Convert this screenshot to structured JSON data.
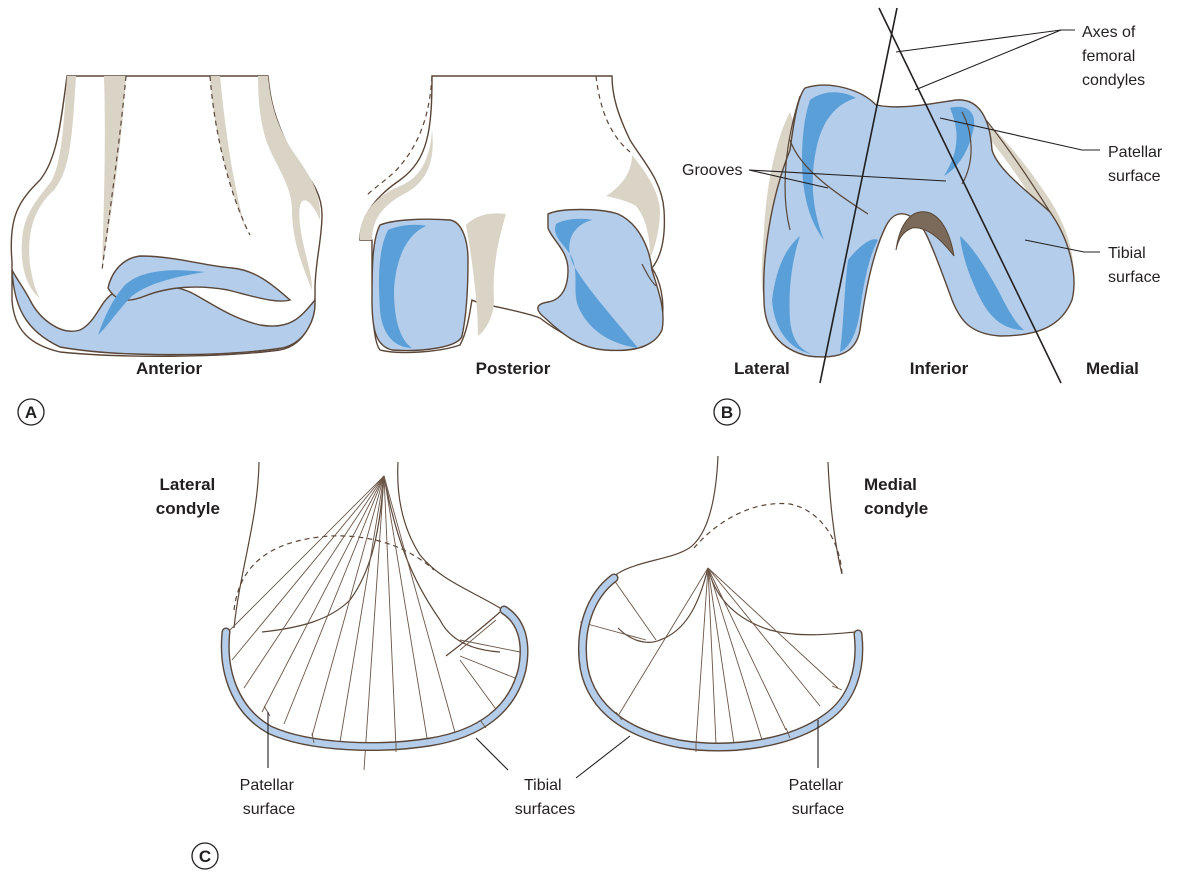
{
  "panel_a": {
    "letter": "A",
    "view_anterior": "Anterior",
    "view_posterior": "Posterior"
  },
  "panel_b": {
    "letter": "B",
    "view_lateral": "Lateral",
    "view_inferior": "Inferior",
    "view_medial": "Medial",
    "label_grooves": "Grooves",
    "label_axes": [
      "Axes of",
      "femoral",
      "condyles"
    ],
    "label_patellar": [
      "Patellar",
      "surface"
    ],
    "label_tibial": [
      "Tibial",
      "surface"
    ]
  },
  "panel_c": {
    "letter": "C",
    "lateral_condyle": [
      "Lateral",
      "condyle"
    ],
    "medial_condyle": [
      "Medial",
      "condyle"
    ],
    "patellar_surface_left": [
      "Patellar",
      "surface"
    ],
    "tibial_surfaces": [
      "Tibial",
      "surfaces"
    ],
    "patellar_surface_right": [
      "Patellar",
      "surface"
    ]
  },
  "colors": {
    "articular_light": "#b3cdea",
    "articular_dark": "#5b9fd8",
    "cortical_bone": "#d9d4c6",
    "outline": "#5a4638",
    "text": "#231f20"
  }
}
